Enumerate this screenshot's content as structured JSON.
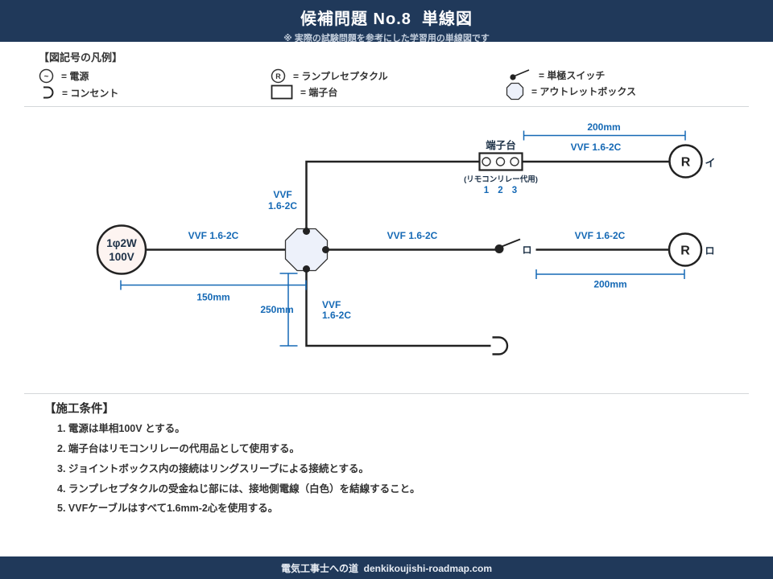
{
  "header": {
    "title": "候補問題 No.8  単線図",
    "subtitle": "※ 実際の試験問題を参考にした学習用の単線図です"
  },
  "legend": {
    "heading": "【図記号の凡例】",
    "items": [
      {
        "symbol": "power-source",
        "glyph": "~",
        "label": "= 電源"
      },
      {
        "symbol": "lamp-receptacle",
        "glyph": "R",
        "label": "= ランプレセプタクル"
      },
      {
        "symbol": "single-pole-switch",
        "glyph": "",
        "label": "= 単極スイッチ"
      },
      {
        "symbol": "outlet",
        "glyph": "",
        "label": "= コンセント"
      },
      {
        "symbol": "terminal-block",
        "glyph": "",
        "label": "= 端子台"
      },
      {
        "symbol": "outlet-box",
        "glyph": "",
        "label": "= アウトレットボックス"
      }
    ]
  },
  "diagram": {
    "power_source": {
      "line1": "1φ2W",
      "line2": "100V"
    },
    "terminal_block": {
      "title": "端子台",
      "note": "(リモコンリレー代用)",
      "pins": [
        "1",
        "2",
        "3"
      ]
    },
    "receptacle_top": {
      "glyph": "R",
      "circuit": "イ"
    },
    "receptacle_right": {
      "glyph": "R",
      "circuit": "ロ"
    },
    "switch": {
      "circuit": "ロ"
    },
    "cables": {
      "source_to_box": "VVF 1.6-2C",
      "box_up_l1": "VVF",
      "box_up_l2": "1.6-2C",
      "terminal_to_lamp": "VVF 1.6-2C",
      "box_to_switch": "VVF 1.6-2C",
      "switch_to_lamp": "VVF 1.6-2C",
      "box_down_l1": "VVF",
      "box_down_l2": "1.6-2C"
    },
    "dimensions": {
      "terminal_to_lamp": "200mm",
      "source_to_box": "150mm",
      "box_to_outlet": "250mm",
      "switch_to_lamp": "200mm"
    }
  },
  "conditions": {
    "heading": "【施工条件】",
    "items": [
      "1. 電源は単相100V とする。",
      "2. 端子台はリモコンリレーの代用品として使用する。",
      "3. ジョイントボックス内の接続はリングスリーブによる接続とする。",
      "4. ランプレセプタクルの受金ねじ部には、接地側電線（白色）を結線すること。",
      "5. VVFケーブルはすべて1.6mm-2心を使用する。"
    ]
  },
  "footer": {
    "text": "電気工事士への道  denkikoujishi-roadmap.com"
  },
  "colors": {
    "header_bg": "#20395a",
    "dimension_blue": "#1569b5",
    "wire_black": "#222222",
    "label_navy": "#1d3147",
    "octagon_fill": "#edf1fa",
    "power_fill": "#fdf4f1"
  }
}
